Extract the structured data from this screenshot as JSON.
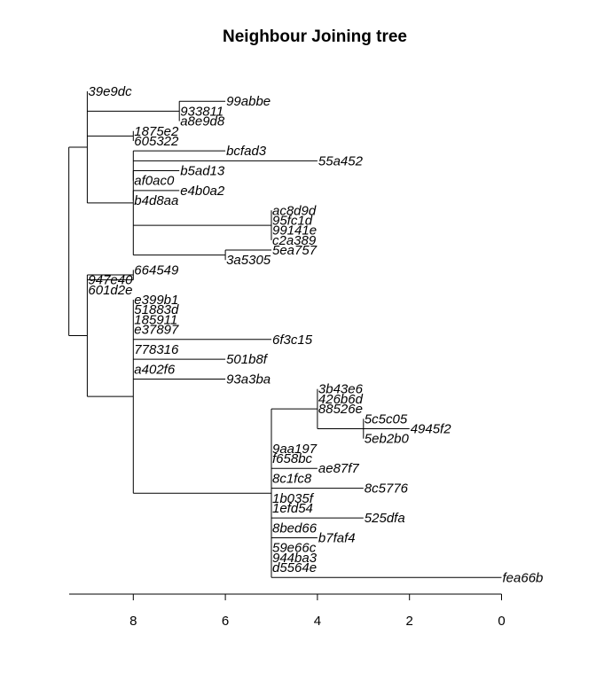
{
  "title": "Neighbour Joining tree",
  "axis": {
    "ticks": [
      8,
      6,
      4,
      2,
      0
    ],
    "tick_labels": [
      "8",
      "6",
      "4",
      "2",
      "0"
    ]
  },
  "tree": {
    "height": 9.4,
    "root": {
      "children": [
        {
          "age": 9,
          "children": [
            {
              "tip": "39e9dc"
            },
            {
              "age": 7,
              "children": [
                {
                  "tip": "99abbe"
                },
                {
                  "tip": "933811"
                },
                {
                  "tip": "a8e9d8"
                }
              ]
            },
            {
              "age": 8,
              "children": [
                {
                  "tip": "1875e2"
                },
                {
                  "tip": "605322"
                }
              ]
            },
            {
              "age": 8,
              "children": [
                {
                  "tip": "bcfad3"
                },
                {
                  "tip": "55a452"
                },
                {
                  "age": 8,
                  "children": [
                    {
                      "tip": "b5ad13"
                    },
                    {
                      "tip": "af0ac0"
                    }
                  ]
                },
                {
                  "age": 8,
                  "children": [
                    {
                      "tip": "e4b0a2"
                    },
                    {
                      "tip": "b4d8aa"
                    }
                  ]
                },
                {
                  "age": 5,
                  "children": [
                    {
                      "tip": "ac8d9d"
                    },
                    {
                      "tip": "95fc1d"
                    },
                    {
                      "tip": "99141e"
                    },
                    {
                      "tip": "c2a389"
                    }
                  ]
                },
                {
                  "age": 6,
                  "children": [
                    {
                      "tip": "5ea757"
                    },
                    {
                      "tip": "3a5305"
                    }
                  ]
                }
              ]
            }
          ]
        },
        {
          "age": 9,
          "children": [
            {
              "age": 8,
              "children": [
                {
                  "tip": "664549"
                },
                {
                  "tip": "947e40"
                }
              ]
            },
            {
              "tip": "601d2e"
            },
            {
              "age": 8,
              "children": [
                {
                  "tip": "e399b1"
                },
                {
                  "tip": "51883d"
                },
                {
                  "tip": "185911"
                },
                {
                  "tip": "e37897"
                },
                {
                  "tip": "6f3c15"
                },
                {
                  "tip": "778316"
                },
                {
                  "tip": "501b8f"
                },
                {
                  "tip": "a402f6"
                },
                {
                  "tip": "93a3ba"
                },
                {
                  "age": 5,
                  "children": [
                    {
                      "age": 4,
                      "children": [
                        {
                          "tip": "3b43e6"
                        },
                        {
                          "tip": "426b6d"
                        },
                        {
                          "tip": "88526e"
                        },
                        {
                          "age": 3,
                          "children": [
                            {
                              "tip": "5c5c05"
                            },
                            {
                              "tip": "4945f2"
                            },
                            {
                              "tip": "5eb2b0"
                            }
                          ]
                        }
                      ]
                    },
                    {
                      "tip": "9aa197"
                    },
                    {
                      "tip": "f658bc"
                    },
                    {
                      "tip": "ae87f7"
                    },
                    {
                      "tip": "8c1fc8"
                    },
                    {
                      "tip": "8c5776"
                    },
                    {
                      "tip": "1b035f"
                    },
                    {
                      "tip": "1efd54"
                    },
                    {
                      "tip": "525dfa"
                    },
                    {
                      "tip": "8bed66"
                    },
                    {
                      "tip": "b7faf4"
                    },
                    {
                      "tip": "59e66c"
                    },
                    {
                      "tip": "944ba3"
                    },
                    {
                      "tip": "d5564e"
                    },
                    {
                      "tip": "fea66b"
                    }
                  ]
                }
              ]
            }
          ]
        }
      ]
    },
    "tip_ages": {
      "39e9dc": 9,
      "99abbe": 6,
      "933811": 7,
      "a8e9d8": 7,
      "1875e2": 8,
      "605322": 8,
      "bcfad3": 6,
      "55a452": 4,
      "b5ad13": 7,
      "af0ac0": 8,
      "e4b0a2": 7,
      "b4d8aa": 8,
      "ac8d9d": 5,
      "95fc1d": 5,
      "99141e": 5,
      "c2a389": 5,
      "5ea757": 5,
      "3a5305": 6,
      "664549": 8,
      "947e40": 9,
      "601d2e": 9,
      "e399b1": 8,
      "51883d": 8,
      "185911": 8,
      "e37897": 8,
      "6f3c15": 5,
      "778316": 8,
      "501b8f": 6,
      "a402f6": 8,
      "93a3ba": 6,
      "3b43e6": 4,
      "426b6d": 4,
      "88526e": 4,
      "5c5c05": 3,
      "4945f2": 2,
      "5eb2b0": 3,
      "9aa197": 5,
      "f658bc": 5,
      "ae87f7": 4,
      "8c1fc8": 5,
      "8c5776": 3,
      "1b035f": 5,
      "1efd54": 5,
      "525dfa": 3,
      "8bed66": 5,
      "b7faf4": 4,
      "59e66c": 5,
      "944ba3": 5,
      "d5564e": 5,
      "fea66b": 0
    }
  }
}
